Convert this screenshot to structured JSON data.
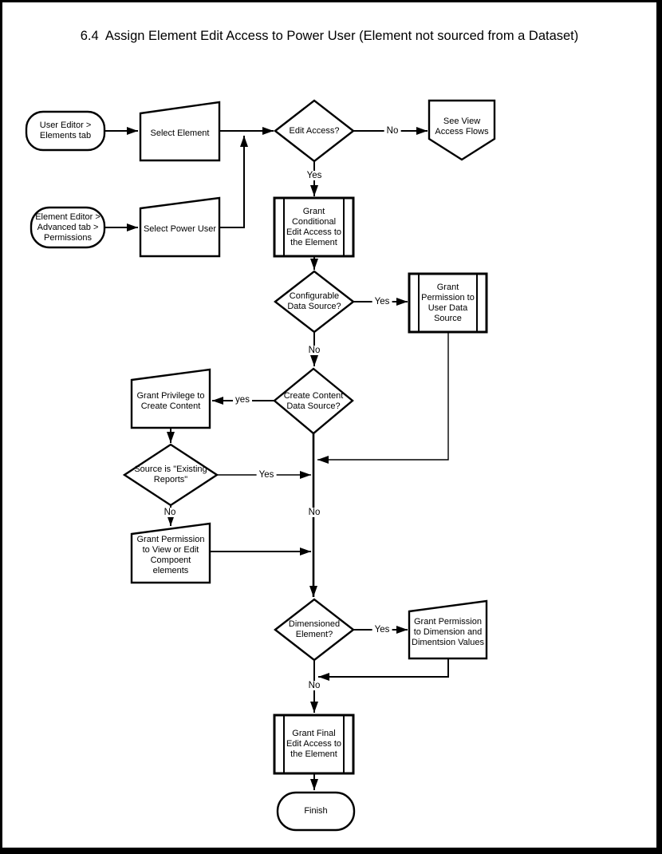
{
  "title": "6.4  Assign Element Edit Access to Power User (Element not sourced from a Dataset)",
  "nodes": {
    "user_editor_start": {
      "label": "User Editor >\nElements tab"
    },
    "select_element": {
      "label": "Select Element"
    },
    "edit_access": {
      "label": "Edit Access?"
    },
    "see_view_access": {
      "label": "See View\nAccess Flows"
    },
    "element_editor_start": {
      "label": "Element Editor >\nAdvanced tab >\nPermissions"
    },
    "select_power_user": {
      "label": "Select Power User"
    },
    "grant_conditional": {
      "label": "Grant\nConditional\nEdit Access to\nthe Element"
    },
    "configurable_ds": {
      "label": "Configurable\nData Source?"
    },
    "grant_user_ds": {
      "label": "Grant\nPermission to\nUser Data\nSource"
    },
    "create_content_ds": {
      "label": "Create Content\nData Source?"
    },
    "grant_privilege": {
      "label": "Grant Privilege to\nCreate Content"
    },
    "source_existing": {
      "label": "Source is \"Existing\nReports\""
    },
    "grant_view_edit": {
      "label": "Grant Permission\nto View or Edit\nCompoent\nelements"
    },
    "dimensioned": {
      "label": "Dimensioned\nElement?"
    },
    "grant_dimension": {
      "label": "Grant Permission\nto Dimension and\nDimentsion Values"
    },
    "grant_final": {
      "label": "Grant Final\nEdit Access to\nthe Element"
    },
    "finish": {
      "label": "Finish"
    }
  },
  "edge_labels": {
    "edit_access_no": "No",
    "edit_access_yes": "Yes",
    "configurable_yes": "Yes",
    "configurable_no": "No",
    "create_content_yes": "yes",
    "source_existing_yes": "Yes",
    "source_existing_no": "No",
    "merge_no": "No",
    "dimensioned_yes": "Yes",
    "dimensioned_no": "No"
  }
}
